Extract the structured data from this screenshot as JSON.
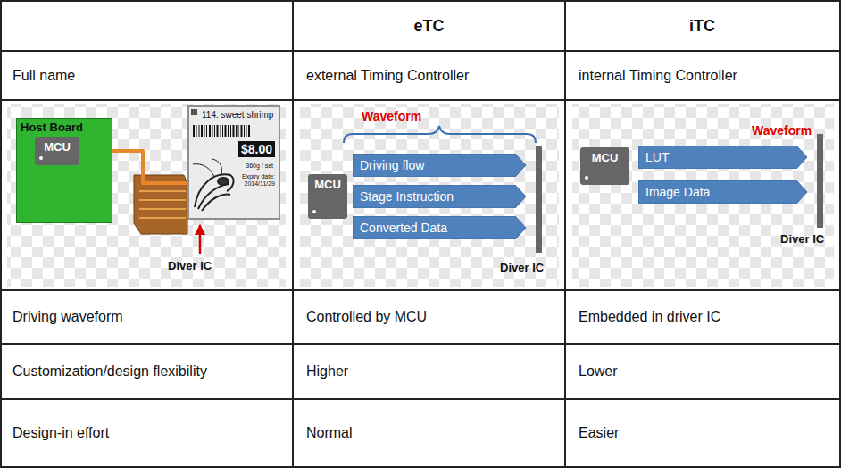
{
  "diagram": {
    "nodes": [
      {
        "text": [
          "Host Board"
        ]
      },
      {
        "text": [
          "MCU"
        ],
        "in": 0
      },
      {
        "text": [
          "114. sweet shrimp",
          "$8.00",
          "360g / set",
          "Expiry date: 2014/11/29"
        ]
      },
      {
        "text": [
          "MCU"
        ]
      },
      {
        "text": [
          "Driving flow"
        ]
      },
      {
        "text": [
          "Stage Instruction"
        ]
      },
      {
        "text": [
          "Converted Data"
        ]
      },
      {
        "text": [
          "MCU"
        ]
      },
      {
        "text": [
          "LUT"
        ]
      },
      {
        "text": [
          "Image Data"
        ]
      }
    ],
    "edges": [
      {
        "from": 1,
        "to": 2,
        "arrow": "none"
      }
    ],
    "labels": [
      "eTC",
      "iTC",
      "Full name",
      "external Timing Controller",
      "internal Timing Controller",
      "Diver IC",
      "Waveform",
      "Diver IC",
      "Waveform",
      "Diver IC",
      "Driving waveform",
      "Controlled by MCU",
      "Embedded in driver IC",
      "Customization/design flexibility",
      "Higher",
      "Lower",
      "Design-in effort",
      "Normal",
      "Easier"
    ]
  }
}
